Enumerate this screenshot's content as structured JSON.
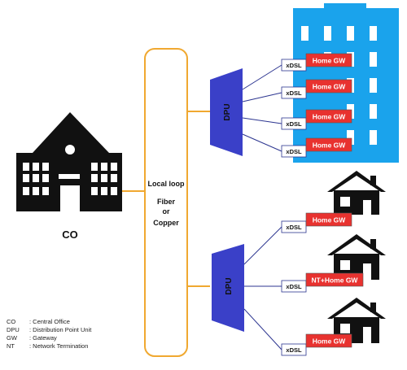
{
  "central_office": {
    "label": "CO"
  },
  "local_loop": {
    "line1": "Local loop",
    "line2": "Fiber",
    "line3": "or",
    "line4": "Copper"
  },
  "dpu_label": "DPU",
  "building_links": [
    {
      "medium": "xDSL",
      "gateway": "Home GW"
    },
    {
      "medium": "xDSL",
      "gateway": "Home GW"
    },
    {
      "medium": "xDSL",
      "gateway": "Home GW"
    },
    {
      "medium": "xDSL",
      "gateway": "Home GW"
    }
  ],
  "house_links": [
    {
      "medium": "xDSL",
      "gateway": "Home GW"
    },
    {
      "medium": "xDSL",
      "gateway": "NT+Home GW"
    },
    {
      "medium": "xDSL",
      "gateway": "Home GW"
    }
  ],
  "legend": [
    {
      "abbr": "CO",
      "definition": ": Central Office"
    },
    {
      "abbr": "DPU",
      "definition": ": Distribution Point Unit"
    },
    {
      "abbr": "GW",
      "definition": ": Gateway"
    },
    {
      "abbr": "NT",
      "definition": ": Network Termination"
    }
  ],
  "colors": {
    "loop_border": "#f0a830",
    "dpu": "#3a40c8",
    "gateway": "#e8322f",
    "building": "#1aa3ec",
    "lines": "#2c3590"
  }
}
